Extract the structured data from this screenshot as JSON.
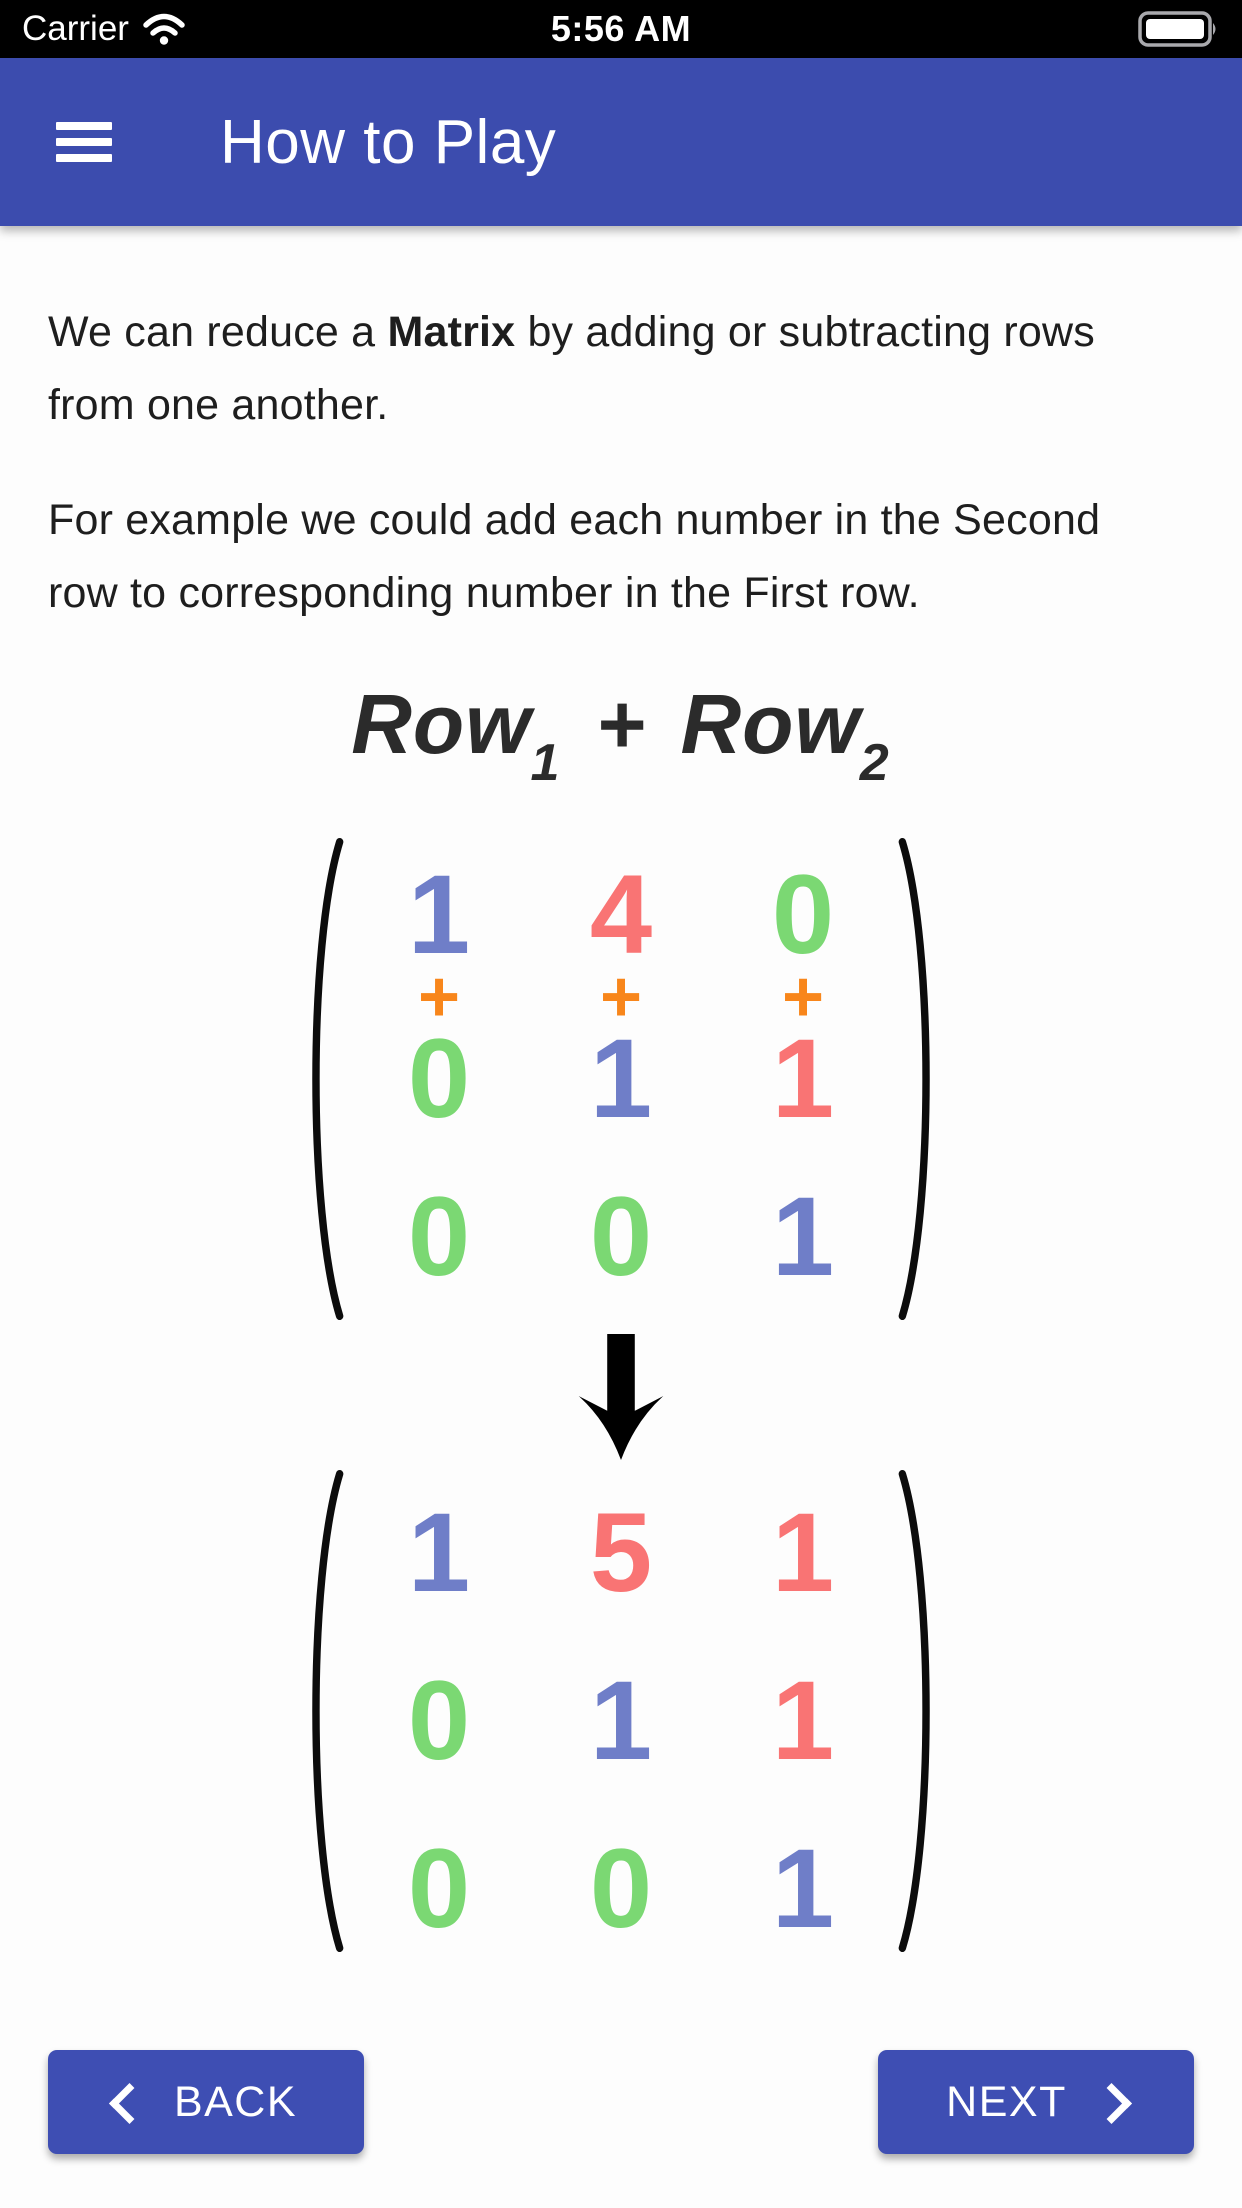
{
  "status_bar": {
    "carrier": "Carrier",
    "time": "5:56 AM",
    "wifi_icon": "wifi-icon",
    "battery_icon": "battery-icon"
  },
  "header": {
    "title": "How to Play",
    "menu_icon": "hamburger-menu-icon",
    "bg_color": "#3c4cae"
  },
  "content": {
    "p1_pre": "We can reduce a ",
    "p1_bold": "Matrix",
    "p1_post": " by adding or subtracting rows from one another.",
    "p2": "For example we could add each number in the Second row to corresponding number in the First row.",
    "formula": {
      "term1": "Row",
      "sub1": "1",
      "op": "+",
      "term2": "Row",
      "sub2": "2"
    }
  },
  "matrices": {
    "before": {
      "rows": [
        [
          {
            "v": "1",
            "c": "blue"
          },
          {
            "v": "4",
            "c": "red"
          },
          {
            "v": "0",
            "c": "green"
          }
        ],
        [
          {
            "v": "0",
            "c": "green"
          },
          {
            "v": "1",
            "c": "blue"
          },
          {
            "v": "1",
            "c": "red"
          }
        ],
        [
          {
            "v": "0",
            "c": "green"
          },
          {
            "v": "0",
            "c": "green"
          },
          {
            "v": "1",
            "c": "blue"
          }
        ]
      ],
      "plus": [
        "+",
        "+",
        "+"
      ]
    },
    "arrow_icon": "down-arrow-icon",
    "after": {
      "rows": [
        [
          {
            "v": "1",
            "c": "blue"
          },
          {
            "v": "5",
            "c": "red"
          },
          {
            "v": "1",
            "c": "red"
          }
        ],
        [
          {
            "v": "0",
            "c": "green"
          },
          {
            "v": "1",
            "c": "blue"
          },
          {
            "v": "1",
            "c": "red"
          }
        ],
        [
          {
            "v": "0",
            "c": "green"
          },
          {
            "v": "0",
            "c": "green"
          },
          {
            "v": "1",
            "c": "blue"
          }
        ]
      ]
    }
  },
  "footer": {
    "back_label": "BACK",
    "next_label": "NEXT",
    "back_icon": "chevron-left-icon",
    "next_icon": "chevron-right-icon",
    "button_color": "#3e4eb3"
  },
  "palette": {
    "digit_blue": "#6f7ec8",
    "digit_red": "#f97474",
    "digit_green": "#7bd873",
    "plus_orange": "#f8861b",
    "header_blue": "#3c4cae",
    "button_blue": "#3e4eb3",
    "status_bar_black": "#000000"
  }
}
